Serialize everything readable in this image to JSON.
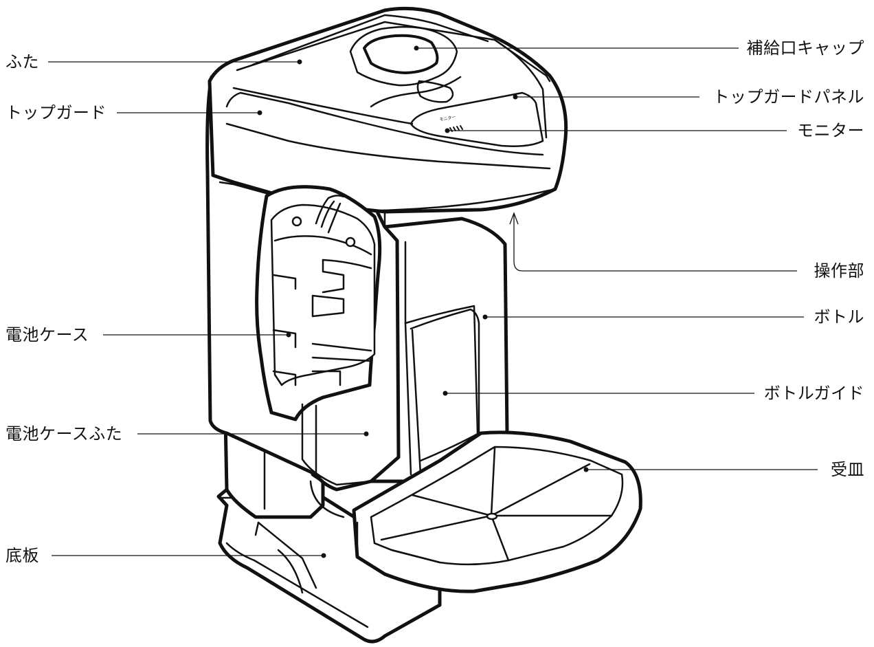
{
  "labels": {
    "futa": "ふた",
    "top_guard": "トップガード",
    "refill_cap": "補給口キャップ",
    "top_guard_panel": "トップガードパネル",
    "monitor": "モニター",
    "operation_part": "操作部",
    "battery_case": "電池ケース",
    "bottle": "ボトル",
    "bottle_guide": "ボトルガイド",
    "battery_case_lid": "電池ケースふた",
    "drip_tray": "受皿",
    "base_plate": "底板"
  },
  "panel_text": "モニター",
  "colors": {
    "line": "#111111",
    "background": "#ffffff"
  }
}
